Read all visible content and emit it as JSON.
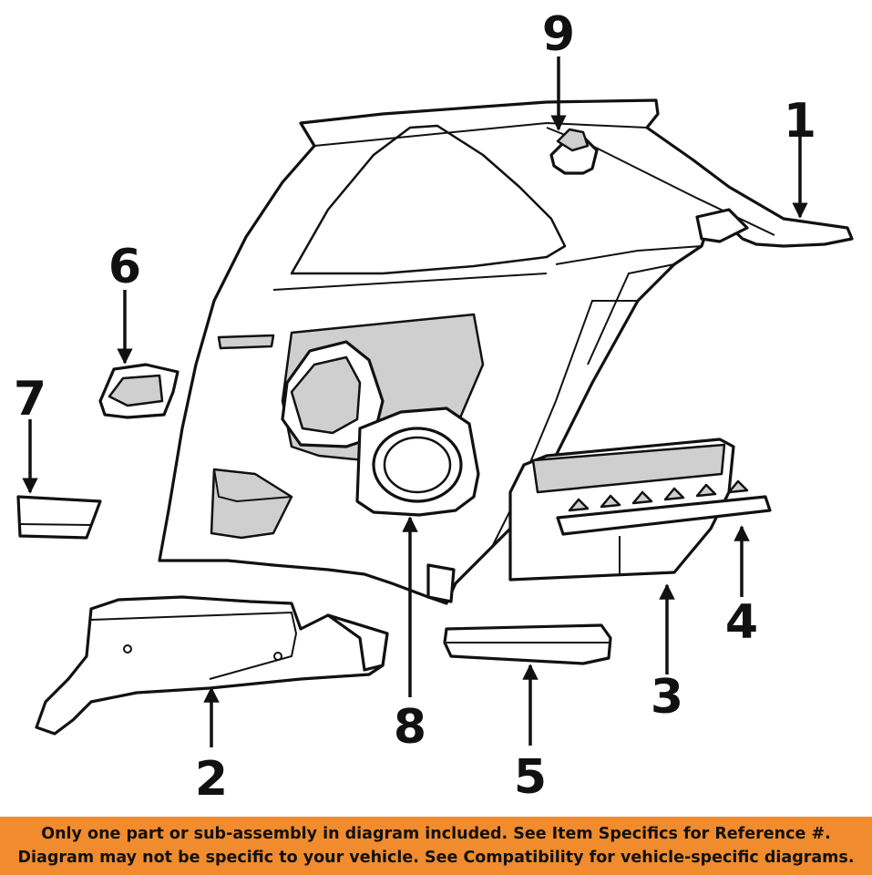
{
  "diagram": {
    "callouts": [
      "1",
      "2",
      "3",
      "4",
      "5",
      "6",
      "7",
      "8",
      "9"
    ]
  },
  "banner": {
    "line1": "Only one part or sub-assembly in diagram included. See Item Specifics for Reference #.",
    "line2": "Diagram may not be specific to your vehicle. See Compatibility for vehicle-specific diagrams.",
    "background": "#f08c2e"
  }
}
